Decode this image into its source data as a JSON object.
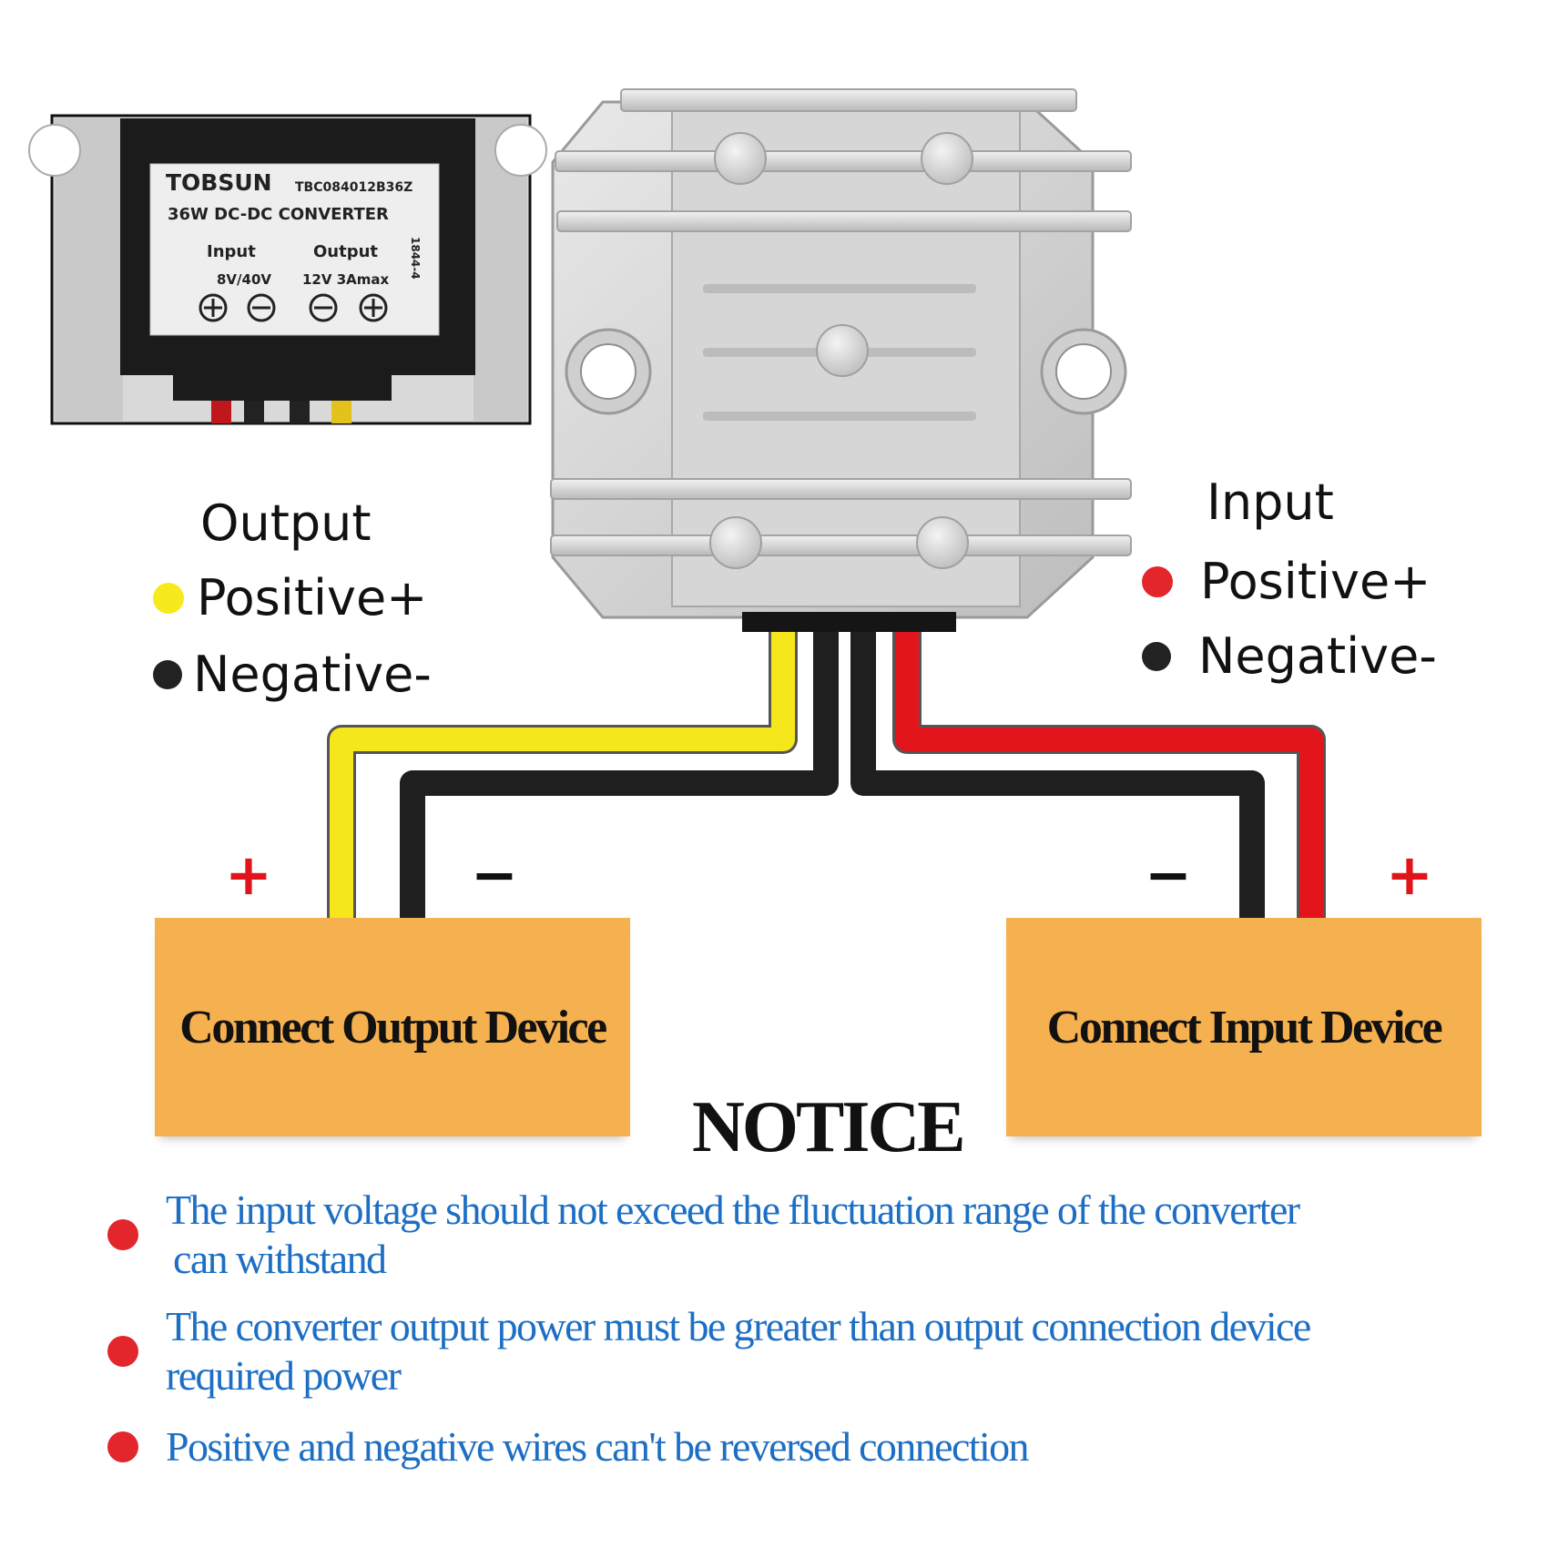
{
  "inset_label": {
    "brand": "TOBSUN",
    "model": "TBC084012B36Z",
    "product": "36W DC-DC CONVERTER",
    "input_header": "Input",
    "output_header": "Output",
    "input_spec": "8V/40V",
    "output_spec": "12V 3Amax",
    "side_code": "1844-4"
  },
  "output_legend": {
    "title": "Output",
    "positive": "Positive+",
    "negative": "Negative-",
    "positive_color": "#f7e91c",
    "negative_color": "#222222"
  },
  "input_legend": {
    "title": "Input",
    "positive": "Positive+",
    "negative": "Negative-",
    "positive_color": "#e2262b",
    "negative_color": "#222222"
  },
  "wires": {
    "yellow": "#f6e71d",
    "black": "#1f1f1f",
    "red": "#e3151c"
  },
  "signs": {
    "plus": "+",
    "minus": "−"
  },
  "devices": {
    "output": "Connect Output Device",
    "input": "Connect Input Device",
    "color": "#f5b04f"
  },
  "notice": {
    "title": "NOTICE",
    "items": [
      {
        "line1": "The input voltage  should not exceed the fluctuation range of the converter",
        "line2": "can withstand"
      },
      {
        "line1": "The converter output power must be  greater than output connection device",
        "line2": "required power"
      },
      {
        "line1": "Positive and negative wires can't be  reversed connection",
        "line2": ""
      }
    ]
  }
}
